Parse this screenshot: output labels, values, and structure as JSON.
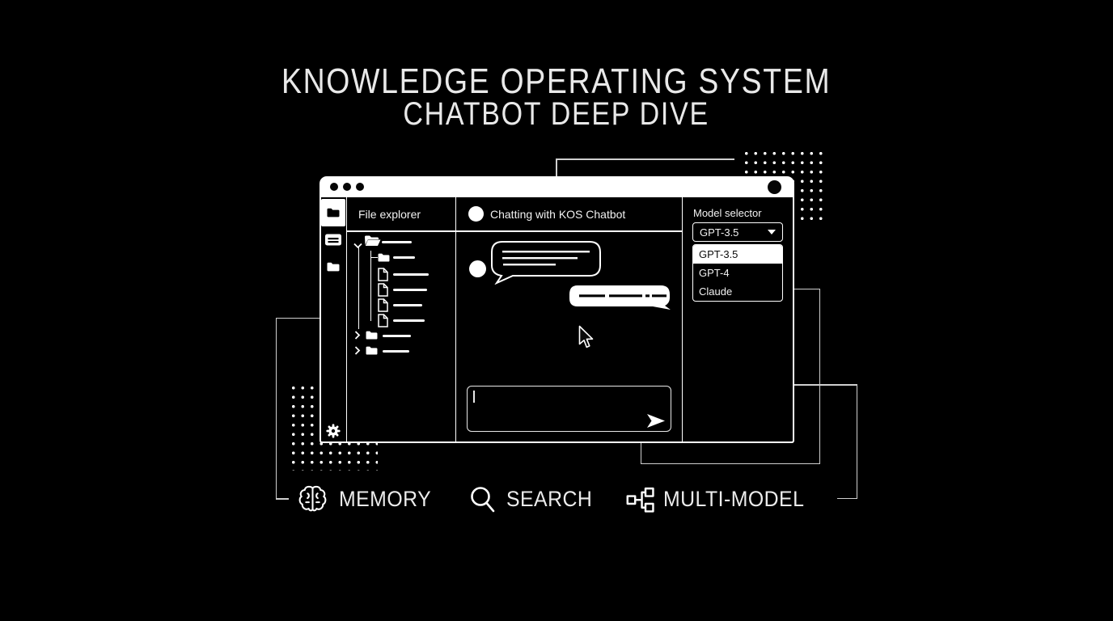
{
  "title": {
    "line1": "KNOWLEDGE OPERATING SYSTEM",
    "line2": "CHATBOT DEEP DIVE"
  },
  "window": {
    "rail_icons": [
      "folder-icon",
      "folder-open-icon",
      "folder-icon",
      "gear-icon"
    ],
    "panels": {
      "file_explorer": {
        "header": "File explorer"
      },
      "chat": {
        "header": "Chatting with KOS Chatbot",
        "status_icon": "presence-dot"
      },
      "model_selector": {
        "label": "Model selector",
        "selected": "GPT-3.5",
        "caret_icon": "chevron-down-icon",
        "options": [
          "GPT-3.5",
          "GPT-4",
          "Claude"
        ],
        "highlighted": "GPT-3.5"
      }
    },
    "input": {
      "value": "",
      "send_icon": "send-icon"
    }
  },
  "features": [
    {
      "icon": "brain-icon",
      "label": "MEMORY"
    },
    {
      "icon": "search-icon",
      "label": "SEARCH"
    },
    {
      "icon": "multi-model-icon",
      "label": "MULTI-MODEL"
    }
  ],
  "colors": {
    "background": "#000000",
    "foreground": "#ffffff",
    "line_dim": "#cfcfcf",
    "selected_option_bg": "#ffffff",
    "selected_option_text": "#0a0a0a"
  }
}
